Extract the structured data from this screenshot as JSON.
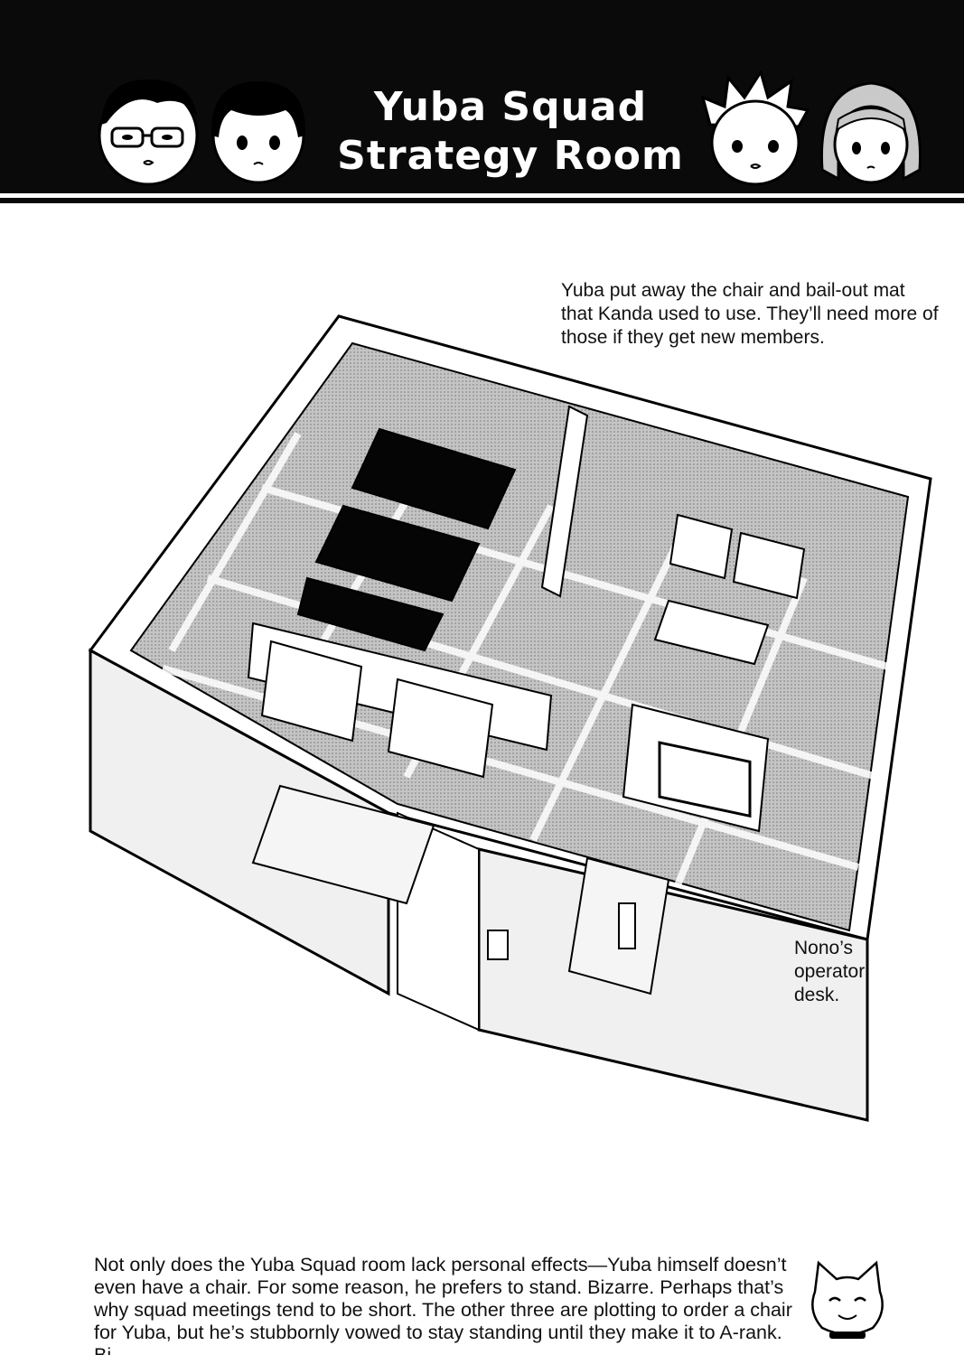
{
  "header": {
    "title_line1": "Yuba Squad",
    "title_line2": "Strategy Room"
  },
  "captions": {
    "top_note": "Yuba put away the chair and bail-out mat that Kanda used to use. They’ll need more of those if they get new members.",
    "desk_note": "Nono’s operator desk."
  },
  "footer": {
    "body_text": "Not only does the Yuba Squad room lack personal effects—Yuba himself doesn’t even have a chair. For some reason, he prefers to stand. Bizarre. Perhaps that’s why squad meetings tend to be short. The other three are plotting to order a chair for Yuba, but he’s stubbornly vowed to stay standing until they make it to A-rank. Bi..."
  },
  "colors": {
    "band": "#0a0a0a",
    "floor_tone": "#b9b9b9",
    "furniture_dark": "#050505"
  }
}
